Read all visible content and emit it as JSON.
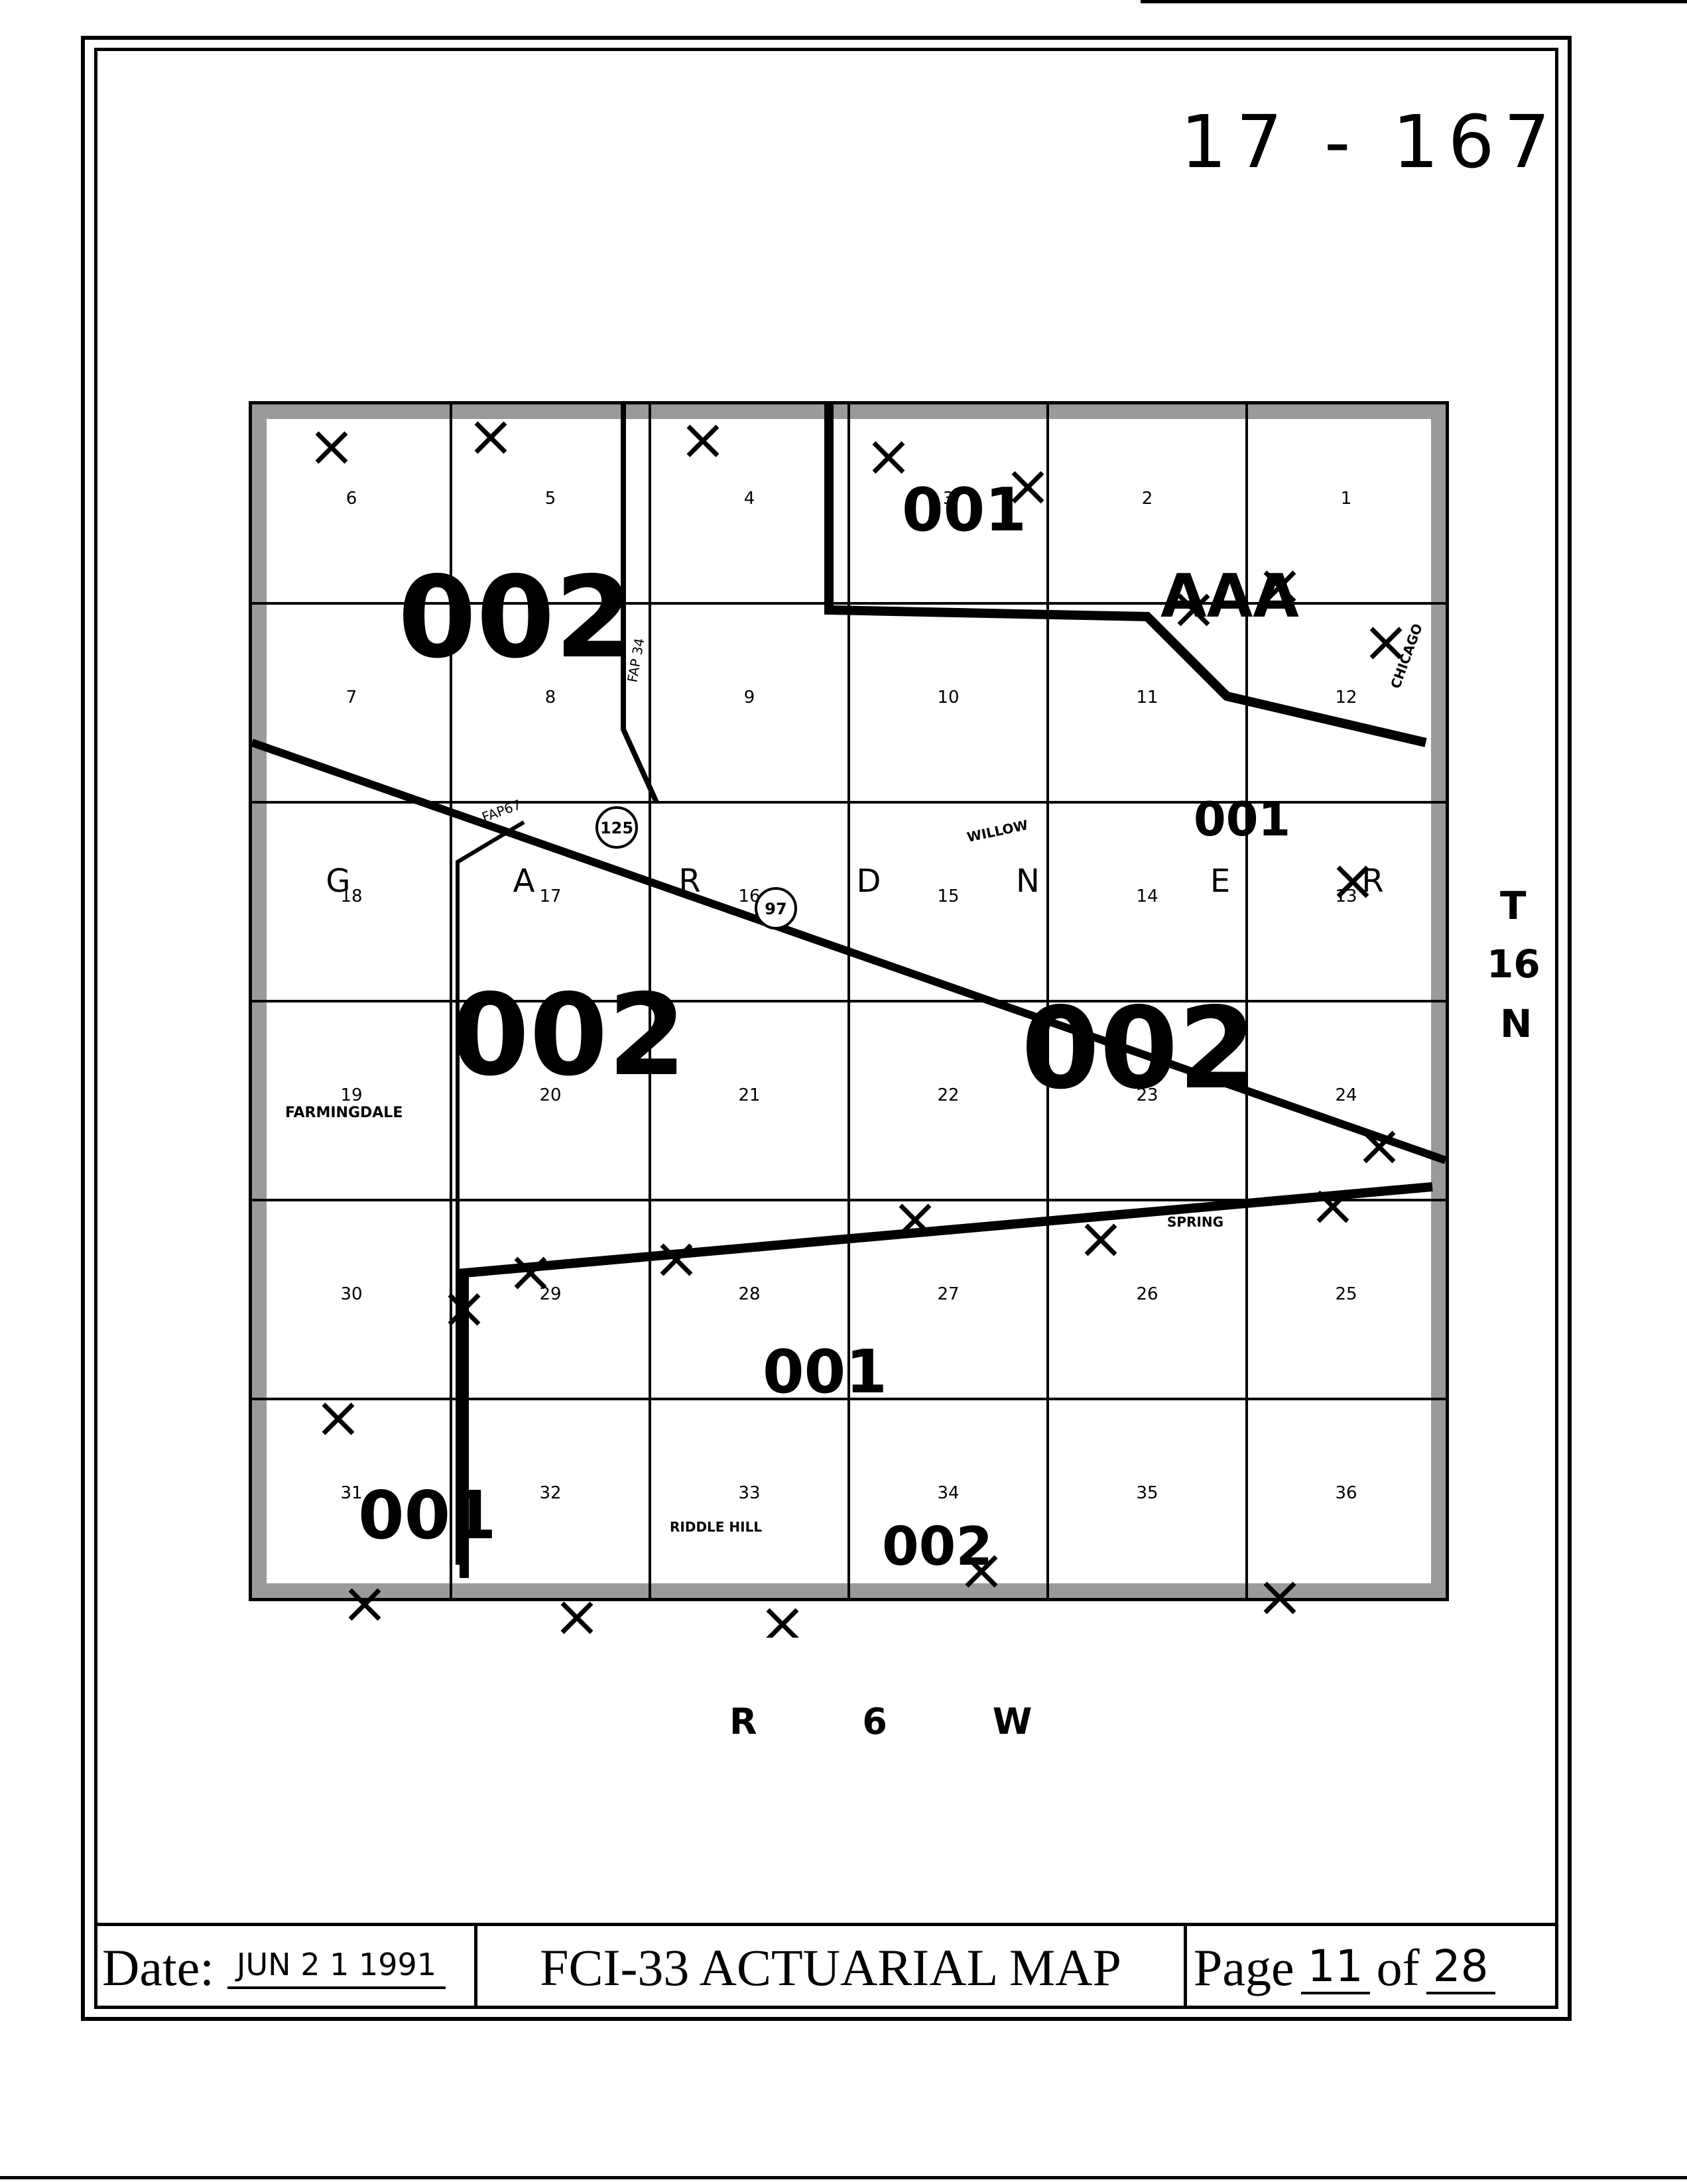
{
  "document_number": "17 - 167",
  "township_vertical": [
    "T",
    "16",
    "N"
  ],
  "range_label": "R 6 W",
  "footer": {
    "date_label": "Date:",
    "date_value": "JUN 2 1 1991",
    "title": "FCI-33 ACTUARIAL MAP",
    "page_label": "Page",
    "page_number": "11",
    "of_label": "of",
    "page_total": "28"
  },
  "map": {
    "township_name_letters": [
      "G",
      "A",
      "R",
      "D",
      "N",
      "E",
      "R"
    ],
    "sections": [
      "1",
      "2",
      "3",
      "4",
      "5",
      "6",
      "7",
      "8",
      "9",
      "10",
      "11",
      "12",
      "13",
      "14",
      "15",
      "16",
      "17",
      "18",
      "19",
      "20",
      "21",
      "22",
      "23",
      "24",
      "25",
      "26",
      "27",
      "28",
      "29",
      "30",
      "31",
      "32",
      "33",
      "34",
      "35",
      "36"
    ],
    "zone_labels": [
      "001",
      "002",
      "AAA"
    ],
    "place_names": [
      "FARMINGDALE",
      "RIDDLE HILL",
      "SPRING",
      "WILLOW",
      "CHICAGO"
    ],
    "route_shields": [
      "125",
      "97"
    ],
    "road_labels": [
      "FAP 34",
      "FAP67"
    ],
    "colors": {
      "ink": "#000000",
      "paper": "#ffffff",
      "stipple": "#9a9a9a"
    }
  }
}
